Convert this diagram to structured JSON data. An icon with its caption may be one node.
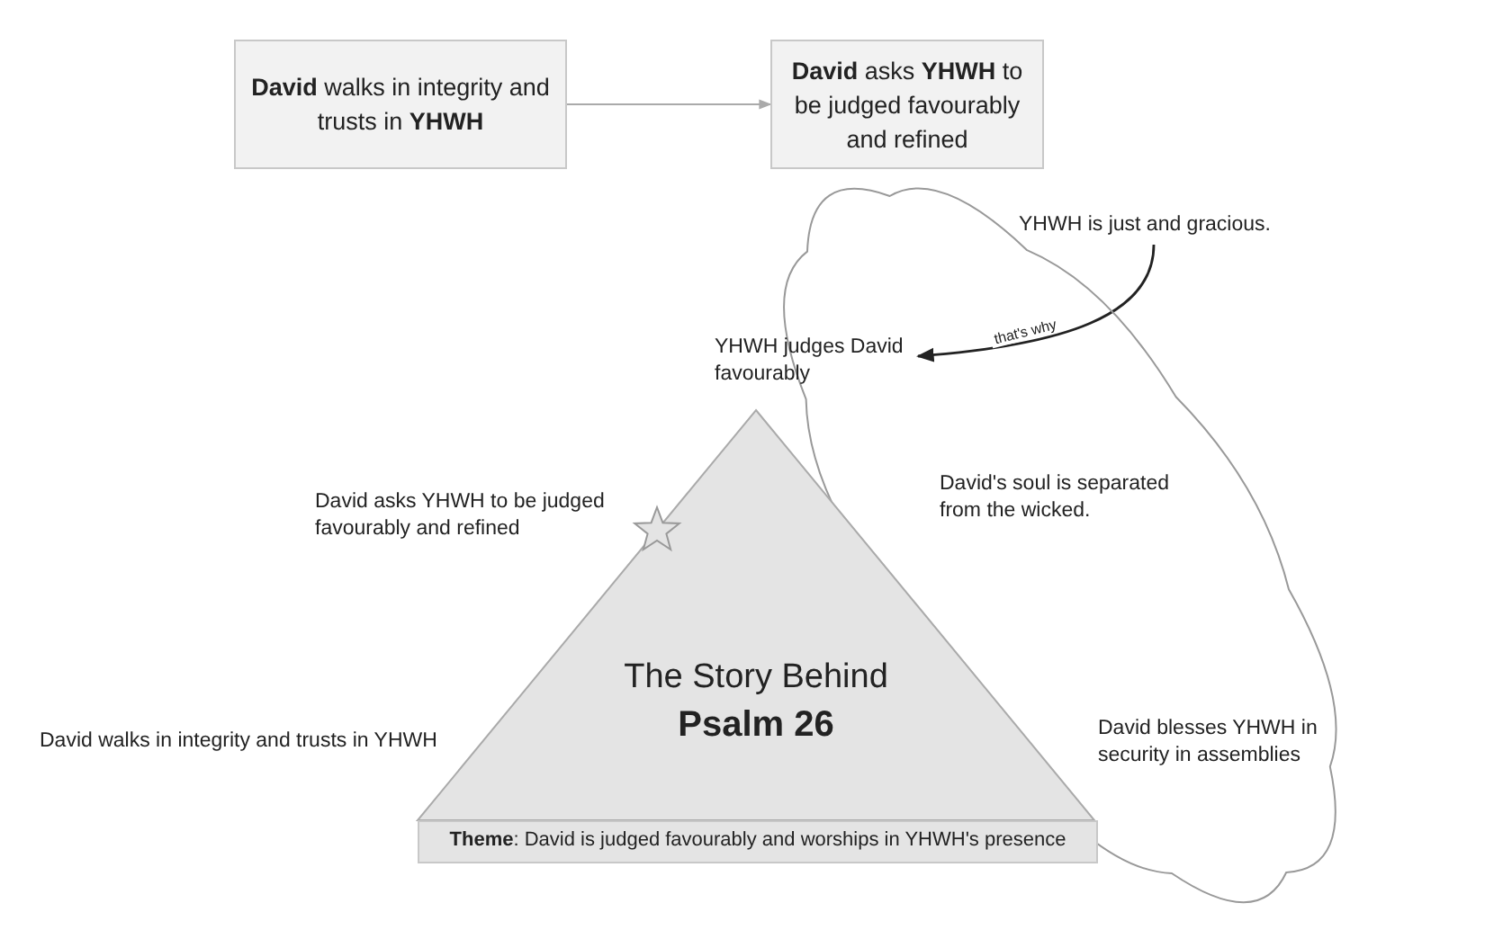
{
  "diagram": {
    "nodes": [
      {
        "text": [
          "**David** walks in integrity and trusts in **YHWH**"
        ]
      },
      {
        "text": [
          "**David** asks **YHWH** to be judged favourably and refined"
        ]
      },
      {
        "text": [],
        "shape": "cloud"
      },
      {
        "text": [
          "YHWH is just and gracious."
        ],
        "in": 2
      },
      {
        "text": [
          "YHWH judges David favourably"
        ]
      },
      {
        "text": [
          "The Story Behind",
          "Psalm 26"
        ]
      },
      {
        "text": [
          "**Theme**: David is judged favourably and worships in YHWH's presence"
        ]
      }
    ],
    "edges": [
      {
        "from": 0,
        "to": 1,
        "arrow": "to"
      },
      {
        "from": 3,
        "to": 4,
        "arrow": "to",
        "label": "that's why",
        "color": "#222222"
      }
    ],
    "labels": [
      "David asks YHWH to be judged favourably and refined",
      "David's soul is separated from the wicked.",
      "David walks in integrity and trusts in YHWH",
      "David blesses YHWH in security in assemblies"
    ]
  }
}
